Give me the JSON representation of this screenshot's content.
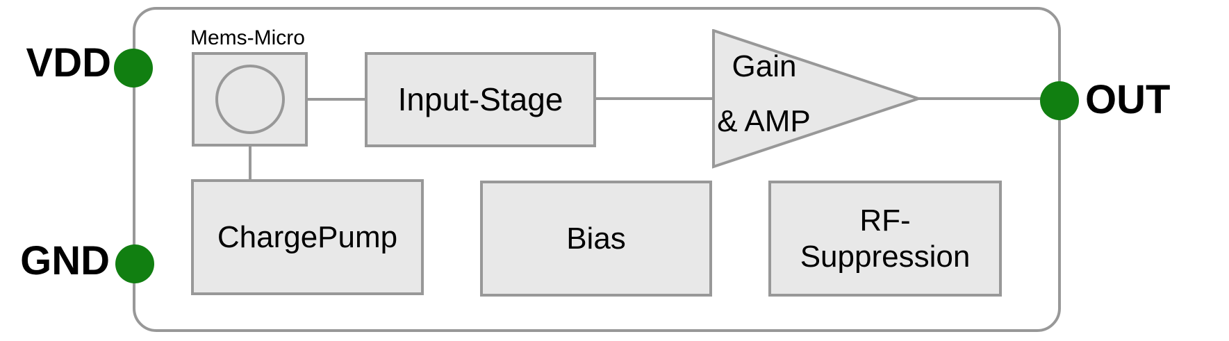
{
  "pins": {
    "vdd": {
      "label": "VDD"
    },
    "gnd": {
      "label": "GND"
    },
    "out": {
      "label": "OUT"
    }
  },
  "blocks": {
    "mems": {
      "label": "Mems-Micro"
    },
    "input_stage": {
      "label": "Input-Stage"
    },
    "amp": {
      "line1": "Gain",
      "line2": "& AMP"
    },
    "charge_pump": {
      "label": "ChargePump"
    },
    "bias": {
      "label": "Bias"
    },
    "rf_suppression": {
      "line1": "RF-",
      "line2": "Suppression"
    }
  },
  "colors": {
    "pin_green": "#117f11",
    "block_fill": "#e8e8e8",
    "stroke_gray": "#989898",
    "text": "#000000",
    "background": "#ffffff"
  }
}
